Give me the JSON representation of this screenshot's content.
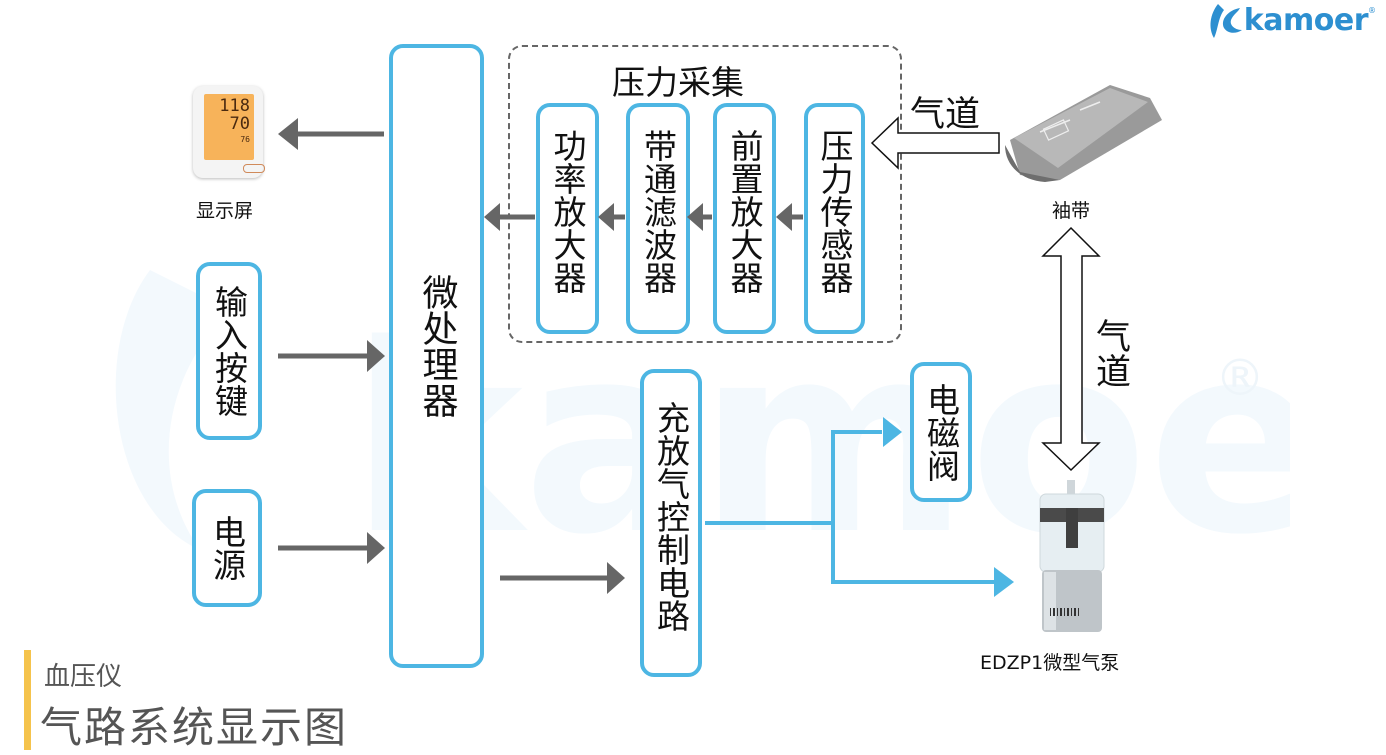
{
  "brand": {
    "name": "kamoer",
    "color": "#2d8fd0",
    "registered_mark": "®"
  },
  "colors": {
    "box_border": "#4db6e3",
    "arrow_gray": "#666666",
    "arrow_blue": "#4db6e3",
    "title_accent": "#f5c34c",
    "title_text": "#555555"
  },
  "display": {
    "caption": "显示屏",
    "readings": {
      "systolic": "118",
      "diastolic": "70",
      "pulse": "76"
    }
  },
  "inputs": {
    "keys": "输入按键",
    "power": "电源"
  },
  "mcu": {
    "label": "微处理器"
  },
  "pressure_group": {
    "title": "压力采集",
    "stages": [
      "功率放大器",
      "带通滤波器",
      "前置放大器",
      "压力传感器"
    ]
  },
  "cuff": {
    "caption": "袖带",
    "airway_label_top": "气道",
    "airway_label_side": "气道"
  },
  "control": {
    "label": "充放气控制电路"
  },
  "valve": {
    "label": "电磁阀"
  },
  "pump": {
    "caption": "EDZP1微型气泵"
  },
  "footer": {
    "subtitle": "血压仪",
    "title": "气路系统显示图"
  }
}
